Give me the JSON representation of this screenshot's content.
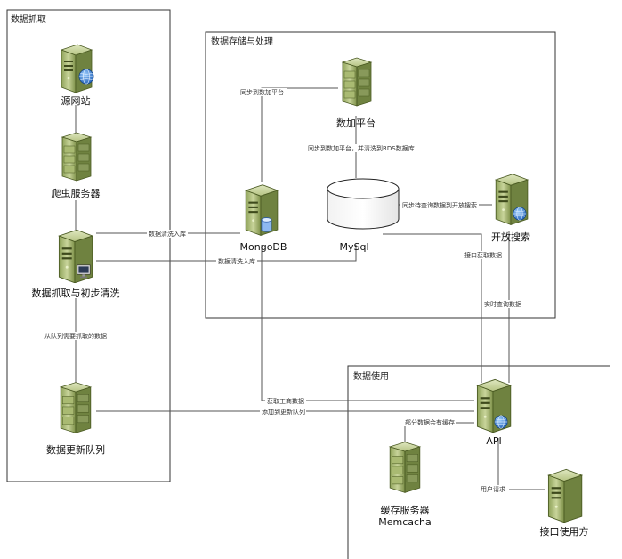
{
  "groups": {
    "capture": "数据抓取",
    "storage": "数据存储与处理",
    "usage": "数据使用"
  },
  "nodes": {
    "source_site": "源网站",
    "crawler_server": "爬虫服务器",
    "capture_clean": "数据抓取与初步清洗",
    "update_queue": "数据更新队列",
    "shujia_platform": "数加平台",
    "mongodb": "MongoDB",
    "mysql": "MySql",
    "open_search": "开放搜索",
    "api": "API",
    "cache_server": "缓存服务器",
    "cache_name": "Memcacha",
    "api_consumer": "接口使用方"
  },
  "edges": {
    "sync_to_shujia": "同步到数加平台",
    "sync_clean_rds": "同步到数加平台，并清洗到RDS数据库",
    "sync_to_opensearch": "同步待查询数据到开放搜索",
    "clean_to_db_1": "数据清洗入库",
    "clean_to_db_2": "数据清洗入库",
    "fetch_from_queue": "从队列需要抓取的数据",
    "interface_fetch": "接口获取数据",
    "realtime_query": "实时查询数据",
    "get_business_data": "获取工商数据",
    "add_to_queue": "添加到更新队列",
    "partial_cache": "部分数据会有缓存",
    "user_request": "用户请求"
  }
}
